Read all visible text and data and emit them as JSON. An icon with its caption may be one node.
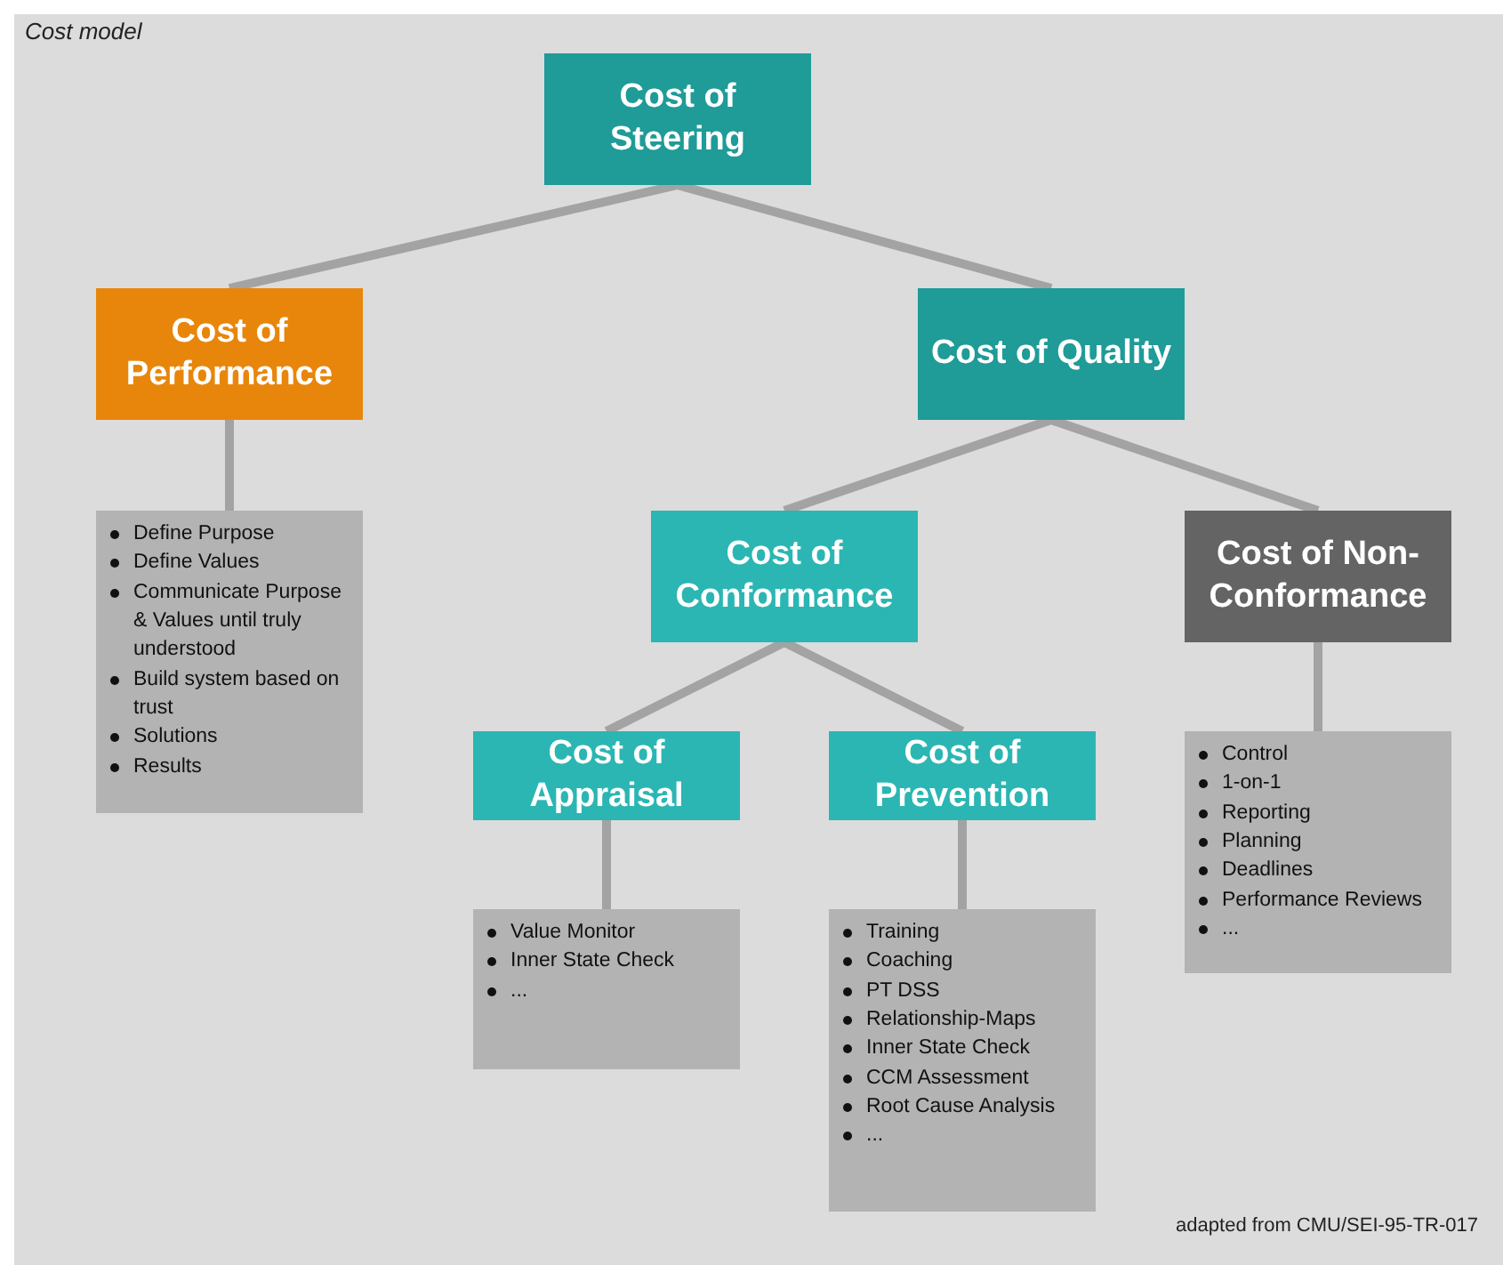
{
  "diagram": {
    "title": "Cost model",
    "caption": "adapted from CMU/SEI-95-TR-017",
    "nodes": [
      {
        "text": [
          "Cost of Steering"
        ]
      },
      {
        "text": [
          "Cost of Performance"
        ]
      },
      {
        "text": [
          "Cost of Quality"
        ]
      },
      {
        "text": [
          "Define Purpose",
          "Define Values",
          "Communicate Purpose & Values until truly understood",
          "Build system based on trust",
          "Solutions",
          "Results"
        ]
      },
      {
        "text": [
          "Cost of Conformance"
        ]
      },
      {
        "text": [
          "Cost of Non-Conformance"
        ]
      },
      {
        "text": [
          "Cost of Appraisal"
        ]
      },
      {
        "text": [
          "Cost of Prevention"
        ]
      },
      {
        "text": [
          "Control",
          "1-on-1",
          "Reporting",
          "Planning",
          "Deadlines",
          "Performance Reviews",
          "..."
        ]
      },
      {
        "text": [
          "Value Monitor",
          "Inner State Check",
          "..."
        ]
      },
      {
        "text": [
          "Training",
          "Coaching",
          "PT DSS",
          "Relationship-Maps",
          "Inner State Check",
          "CCM Assessment",
          "Root Cause Analysis",
          "..."
        ]
      }
    ],
    "edges": [
      {
        "from": 0,
        "to": 1,
        "arrow": "none"
      },
      {
        "from": 0,
        "to": 2,
        "arrow": "none"
      },
      {
        "from": 1,
        "to": 3,
        "arrow": "none"
      },
      {
        "from": 2,
        "to": 4,
        "arrow": "none"
      },
      {
        "from": 2,
        "to": 5,
        "arrow": "none"
      },
      {
        "from": 4,
        "to": 6,
        "arrow": "none"
      },
      {
        "from": 4,
        "to": 7,
        "arrow": "none"
      },
      {
        "from": 5,
        "to": 8,
        "arrow": "none"
      },
      {
        "from": 6,
        "to": 9,
        "arrow": "none"
      },
      {
        "from": 7,
        "to": 10,
        "arrow": "none"
      }
    ]
  }
}
